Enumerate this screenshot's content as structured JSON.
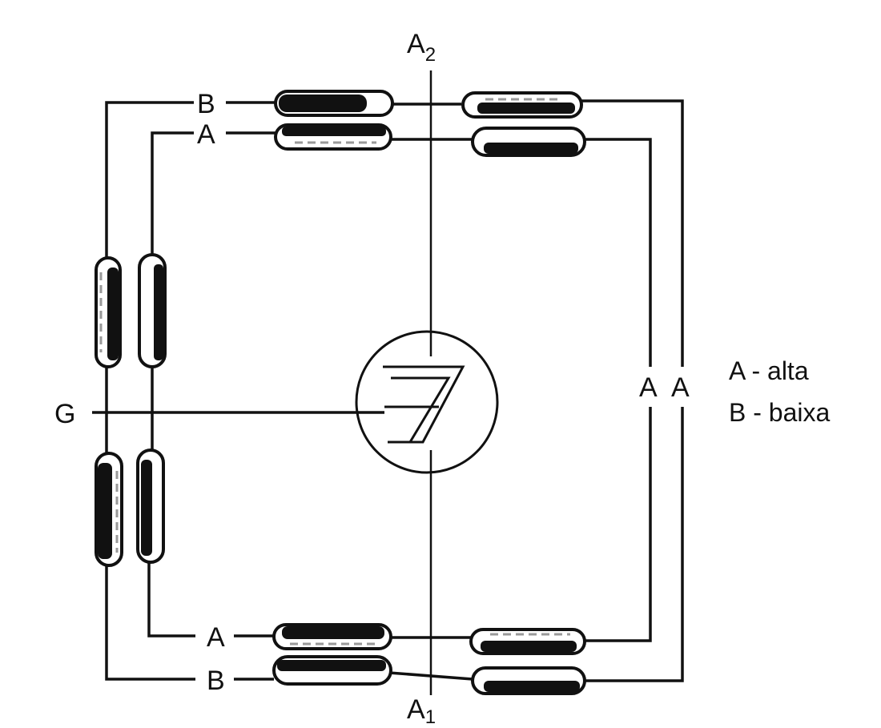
{
  "labels": {
    "top_axis": {
      "letter": "A",
      "sub": "2"
    },
    "bottom_axis": {
      "letter": "A",
      "sub": "1"
    },
    "ground": "G",
    "left_top_B": "B",
    "left_top_A": "A",
    "left_bottom_A": "A",
    "left_bottom_B": "B",
    "right_A1": "A",
    "right_A2": "A"
  },
  "legend": [
    {
      "text": "A - alta"
    },
    {
      "text": "B - baixa"
    }
  ],
  "colors": {
    "ink": "#111111",
    "background": "#ffffff"
  }
}
